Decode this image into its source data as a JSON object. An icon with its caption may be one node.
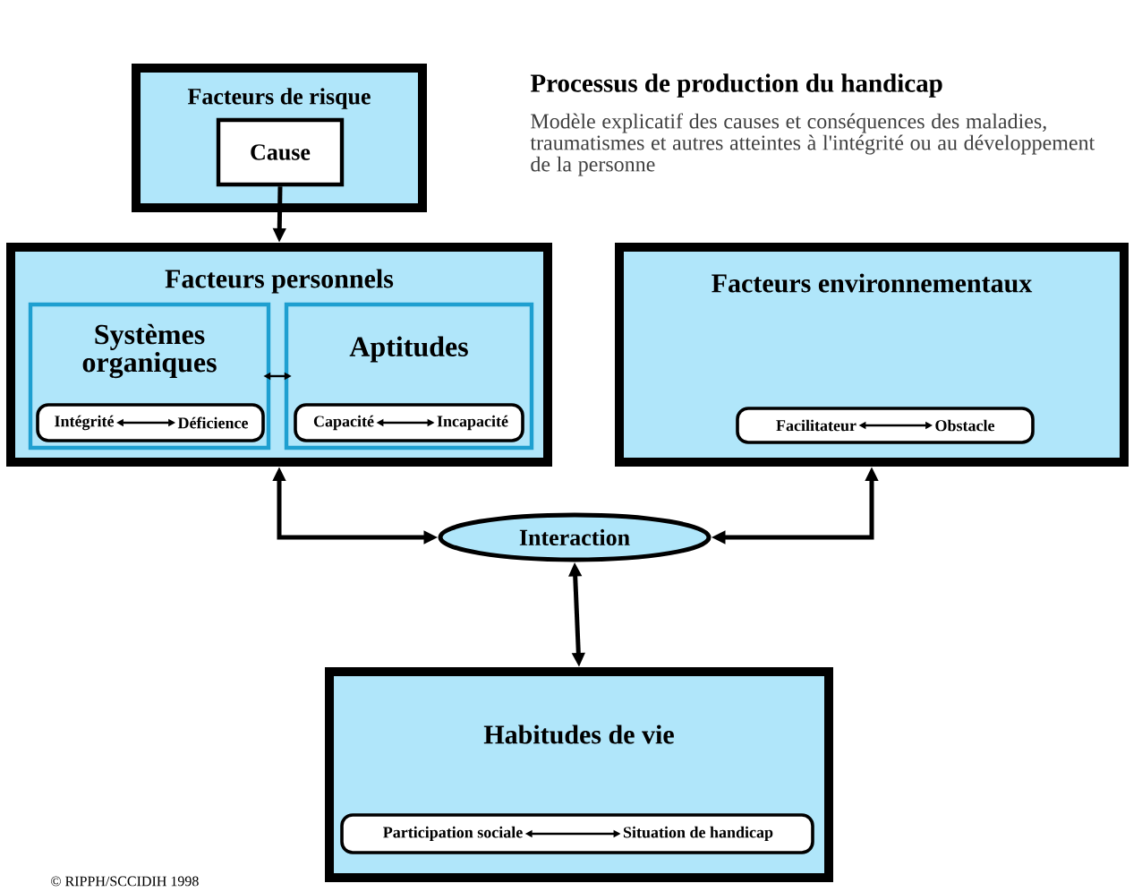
{
  "diagram": {
    "title": "Processus de production du handicap",
    "nodes": [
      {
        "text": [
          "Facteurs de risque"
        ]
      },
      {
        "text": [
          "Cause"
        ],
        "in": 0
      },
      {
        "text": [
          "Facteurs personnels"
        ]
      },
      {
        "text": [
          "Systèmes organiques"
        ],
        "in": 2
      },
      {
        "text": [],
        "shape": "box",
        "in": 3
      },
      {
        "text": [
          "Intégrité"
        ],
        "in": 4
      },
      {
        "text": [
          "Déficience"
        ],
        "in": 4
      },
      {
        "text": [
          "Aptitudes"
        ],
        "in": 2
      },
      {
        "text": [],
        "shape": "box",
        "in": 7
      },
      {
        "text": [
          "Capacité"
        ],
        "in": 8
      },
      {
        "text": [
          "Incapacité"
        ],
        "in": 8
      },
      {
        "text": [
          "Facteurs environnementaux"
        ]
      },
      {
        "text": [],
        "shape": "box",
        "in": 11
      },
      {
        "text": [
          "Facilitateur"
        ],
        "in": 12
      },
      {
        "text": [
          "Obstacle"
        ],
        "in": 12
      },
      {
        "text": [
          "Interaction"
        ]
      },
      {
        "text": [
          "Habitudes de vie"
        ]
      },
      {
        "text": [],
        "shape": "box",
        "in": 16
      },
      {
        "text": [
          "Participation sociale"
        ],
        "in": 17
      },
      {
        "text": [
          "Situation de handicap"
        ],
        "in": 17
      }
    ],
    "edges": [
      {
        "from": 1,
        "to": 2,
        "arrow": "to"
      },
      {
        "from": 3,
        "to": 7,
        "arrow": "both"
      },
      {
        "from": 5,
        "to": 6,
        "arrow": "both"
      },
      {
        "from": 9,
        "to": 10,
        "arrow": "both"
      },
      {
        "from": 13,
        "to": 14,
        "arrow": "both"
      },
      {
        "from": 18,
        "to": 19,
        "arrow": "both"
      },
      {
        "from": 2,
        "to": 15,
        "arrow": "both"
      },
      {
        "from": 11,
        "to": 15,
        "arrow": "both"
      },
      {
        "from": 15,
        "to": 16,
        "arrow": "both"
      }
    ],
    "labels": [
      "Modèle explicatif des causes et conséquences des maladies, traumatismes et autres atteintes à l'intégrité ou au développement de la personne",
      "© RIPPH/SCCIDIH 1998"
    ]
  }
}
